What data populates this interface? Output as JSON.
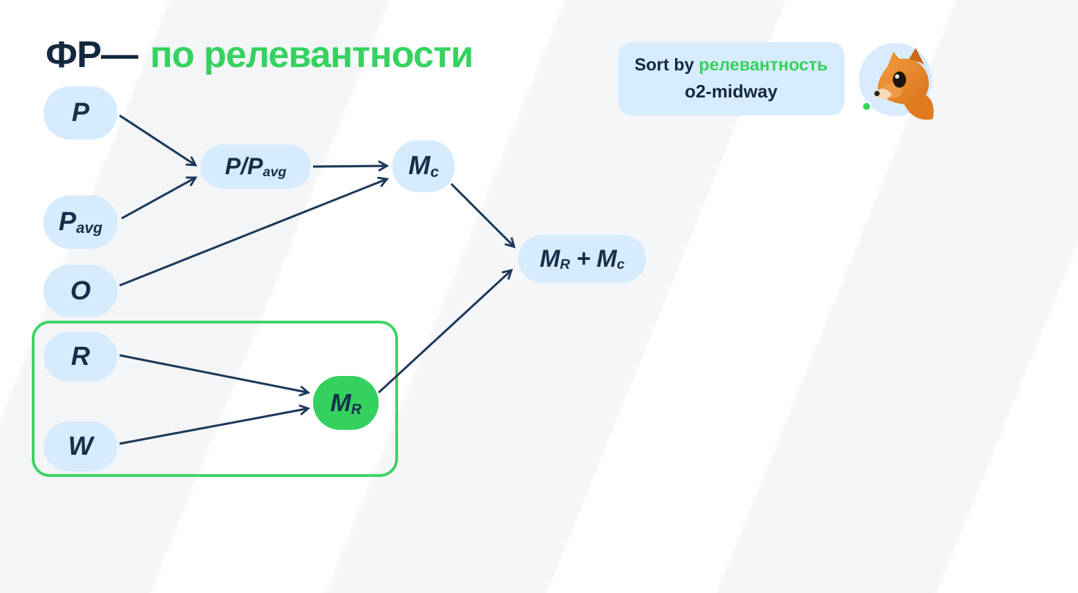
{
  "title": {
    "prefix": "ФР—",
    "highlight": "по релевантности"
  },
  "badge": {
    "sort_prefix": "Sort by",
    "sort_value": "релевантность",
    "model_name": "o2-midway"
  },
  "avatar": {
    "icon": "squirrel-icon",
    "status": "online"
  },
  "colors": {
    "accent_green": "#35d25f",
    "node_blue": "#d6ebfc",
    "text_navy": "#14293f",
    "arrow_navy": "#1e3a5a",
    "group_border_green": "#3bd465"
  },
  "diagram": {
    "nodes": {
      "p": {
        "main": "P",
        "sub": ""
      },
      "pavg": {
        "main": "P",
        "sub": "avg"
      },
      "o": {
        "main": "O",
        "sub": ""
      },
      "ppavg": {
        "main": "P/P",
        "sub": "avg"
      },
      "mc": {
        "main": "M",
        "sub": "c"
      },
      "r": {
        "main": "R",
        "sub": ""
      },
      "w": {
        "main": "W",
        "sub": ""
      },
      "mr": {
        "main": "M",
        "sub": "R"
      },
      "mrmc": {
        "m1": "M",
        "s1": "R",
        "plus": "+",
        "m2": "M",
        "s2": "c"
      }
    },
    "edges": [
      {
        "from": "P",
        "to": "P/Pavg"
      },
      {
        "from": "Pavg",
        "to": "P/Pavg"
      },
      {
        "from": "P/Pavg",
        "to": "Mc"
      },
      {
        "from": "O",
        "to": "Mc"
      },
      {
        "from": "Mc",
        "to": "MR+Mc"
      },
      {
        "from": "MR",
        "to": "MR+Mc"
      },
      {
        "from": "R",
        "to": "MR"
      },
      {
        "from": "W",
        "to": "MR"
      }
    ],
    "group": {
      "members": [
        "R",
        "W",
        "MR"
      ]
    }
  }
}
